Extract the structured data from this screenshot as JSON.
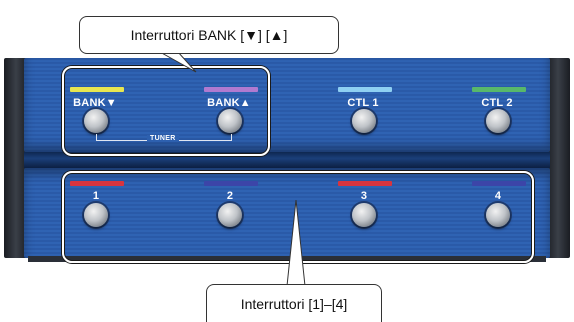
{
  "callouts": {
    "bank": "Interruttori BANK [▼] [▲]",
    "numbers": "Interruttori [1]–[4]"
  },
  "top_row": {
    "bank_down": "BANK▼",
    "bank_up": "BANK▲",
    "ctl1": "CTL 1",
    "ctl2": "CTL 2",
    "tuner": "TUNER"
  },
  "bottom_row": [
    "1",
    "2",
    "3",
    "4"
  ],
  "colors": {
    "bank_down_strip": "#e8e650",
    "bank_up_strip": "#b07ad0",
    "ctl1_strip": "#8fd0f2",
    "ctl2_strip": "#58b86a",
    "sw1_strip": "#d8343e",
    "sw2_strip": "#3c45a8",
    "sw3_strip": "#d8343e",
    "sw4_strip": "#3c45a8"
  }
}
